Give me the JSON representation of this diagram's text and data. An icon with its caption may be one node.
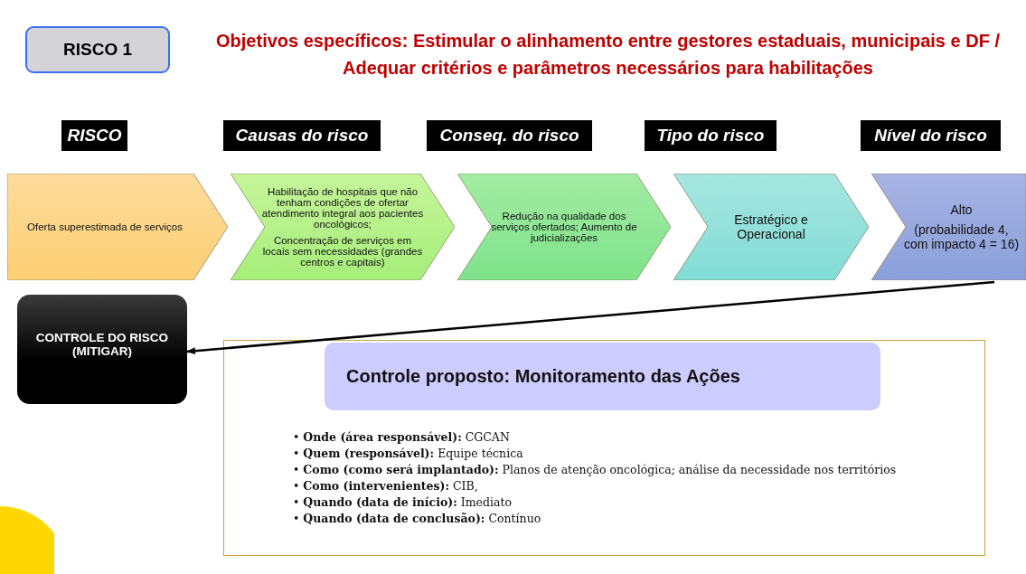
{
  "diagram": {
    "title": "Objetivos específicos: Estimular o alinhamento entre gestores estaduais, municipais e DF  / Adequar critérios e parâmetros necessários para habilitações",
    "nodes": [
      {
        "text": [
          "RISCO 1"
        ]
      },
      {
        "text": [
          "RISCO"
        ]
      },
      {
        "text": [
          "Causas do risco"
        ]
      },
      {
        "text": [
          "Conseq. do risco"
        ]
      },
      {
        "text": [
          "Tipo do risco"
        ]
      },
      {
        "text": [
          "Nível do risco"
        ]
      },
      {
        "text": [
          "Oferta superestimada de serviços"
        ]
      },
      {
        "text": [
          "Habilitação de hospitais que não tenham condições de ofertar atendimento integral aos pacientes oncológicos;",
          "Concentração de serviços em locais sem necessidades (grandes centros e capitais)"
        ]
      },
      {
        "text": [
          "Redução na qualidade dos serviços ofertados; Aumento de judicializações"
        ]
      },
      {
        "text": [
          "Estratégico e Operacional"
        ]
      },
      {
        "text": [
          "Alto",
          "(probabilidade 4, com impacto 4 = 16)"
        ]
      },
      {
        "text": [
          "CONTROLE DO RISCO (MITIGAR)"
        ]
      },
      {
        "text": [
          "• **Onde (área responsável):** CGCAN",
          "• **Quem (responsável):** Equipe técnica",
          "• **Como (como será implantado):** Planos de atenção oncológica; análise da necessidade nos territórios",
          "• **Como (intervenientes):** CIB,",
          "• **Quando (data de início):** Imediato",
          "• **Quando (data de conclusão):** Contínuo"
        ]
      },
      {
        "text": [
          "Controle proposto: Monitoramento das Ações"
        ],
        "in": 12
      }
    ],
    "edges": [
      {
        "from": 10,
        "to": 11,
        "arrow": "to"
      }
    ]
  }
}
